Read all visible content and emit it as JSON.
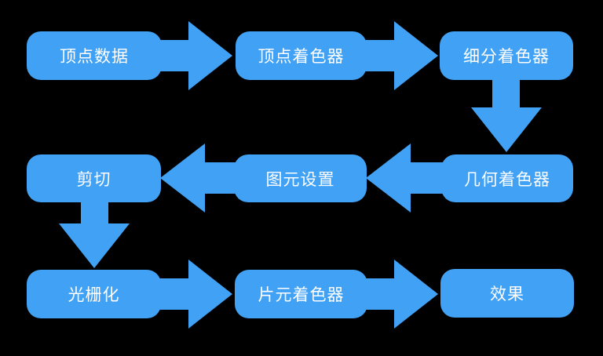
{
  "diagram": {
    "type": "flowchart",
    "background_color": "#000000",
    "node_color": "#41A1F5",
    "text_color": "#FFFFFF",
    "nodes": [
      {
        "id": "vertex-data",
        "label": "顶点数据"
      },
      {
        "id": "vertex-shader",
        "label": "顶点着色器"
      },
      {
        "id": "tessellation-shader",
        "label": "细分着色器"
      },
      {
        "id": "geometry-shader",
        "label": "几何着色器"
      },
      {
        "id": "primitive-setup",
        "label": "图元设置"
      },
      {
        "id": "clipping",
        "label": "剪切"
      },
      {
        "id": "rasterization",
        "label": "光栅化"
      },
      {
        "id": "fragment-shader",
        "label": "片元着色器"
      },
      {
        "id": "result",
        "label": "效果"
      }
    ],
    "edges": [
      {
        "from": "vertex-data",
        "to": "vertex-shader",
        "direction": "right"
      },
      {
        "from": "vertex-shader",
        "to": "tessellation-shader",
        "direction": "right"
      },
      {
        "from": "tessellation-shader",
        "to": "geometry-shader",
        "direction": "down"
      },
      {
        "from": "geometry-shader",
        "to": "primitive-setup",
        "direction": "left"
      },
      {
        "from": "primitive-setup",
        "to": "clipping",
        "direction": "left"
      },
      {
        "from": "clipping",
        "to": "rasterization",
        "direction": "down"
      },
      {
        "from": "rasterization",
        "to": "fragment-shader",
        "direction": "right"
      },
      {
        "from": "fragment-shader",
        "to": "result",
        "direction": "right"
      }
    ]
  }
}
